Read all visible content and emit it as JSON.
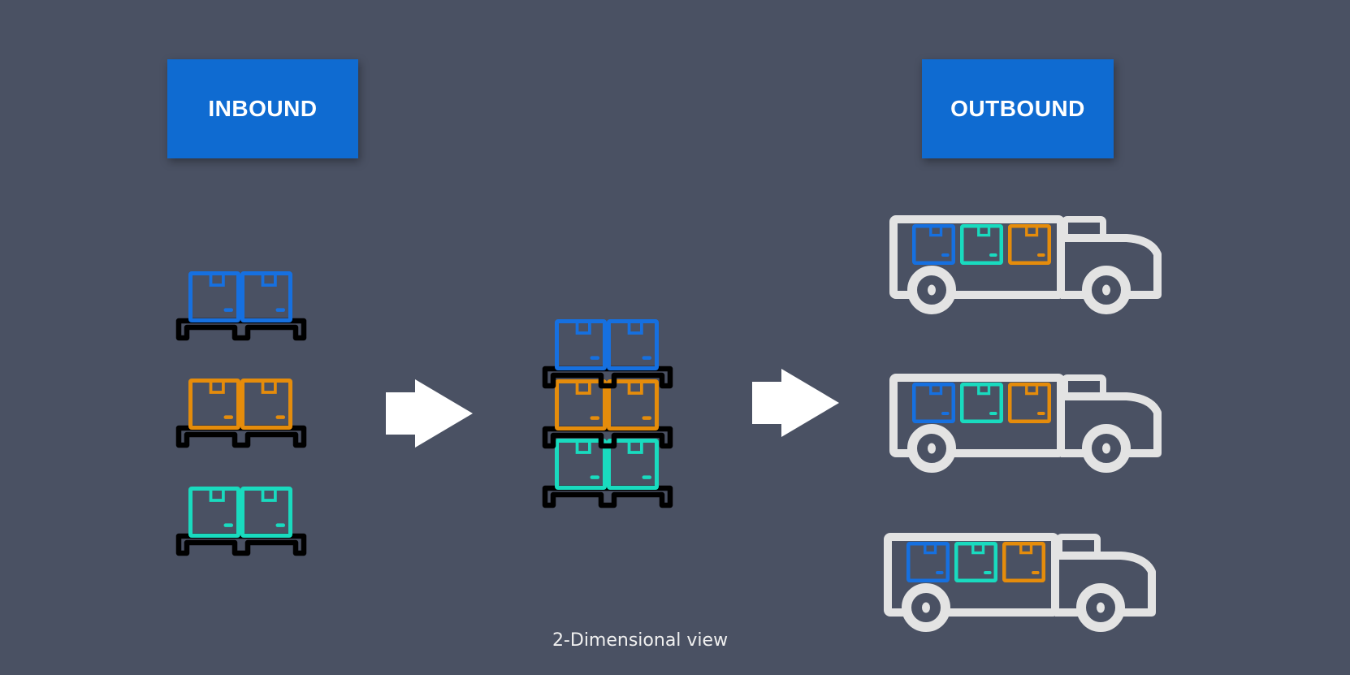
{
  "headers": {
    "inbound": "INBOUND",
    "outbound": "OUTBOUND"
  },
  "caption": "2-Dimensional view",
  "colors": {
    "background": "#4a5163",
    "header_fill": "#0f6bd1",
    "box_blue": "#1670e0",
    "box_orange": "#e58c0b",
    "box_teal": "#19dbbf",
    "pallet": "#000000",
    "truck": "#e3e3e3",
    "arrow": "#ffffff"
  },
  "diagram": {
    "inbound_pallets": [
      {
        "color": "box_blue",
        "boxes": 2
      },
      {
        "color": "box_orange",
        "boxes": 2
      },
      {
        "color": "box_teal",
        "boxes": 2
      }
    ],
    "stacked_pallets": [
      {
        "color": "box_blue",
        "boxes": 2
      },
      {
        "color": "box_orange",
        "boxes": 2
      },
      {
        "color": "box_teal",
        "boxes": 2
      }
    ],
    "trucks": [
      {
        "cargo": [
          "box_blue",
          "box_teal",
          "box_orange"
        ]
      },
      {
        "cargo": [
          "box_blue",
          "box_teal",
          "box_orange"
        ]
      },
      {
        "cargo": [
          "box_blue",
          "box_teal",
          "box_orange"
        ]
      }
    ],
    "arrows": 2
  }
}
